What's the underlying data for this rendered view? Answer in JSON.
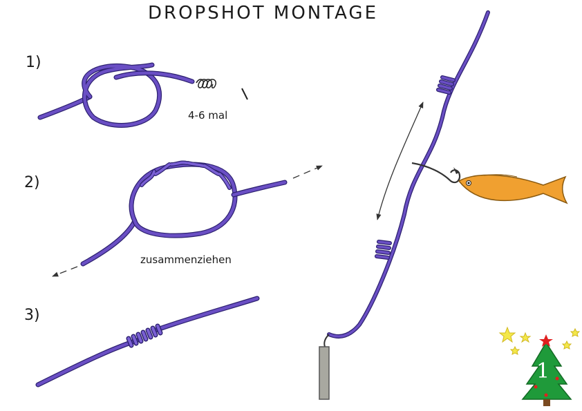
{
  "title": "DROPSHOT MONTAGE",
  "steps": [
    {
      "label": "1)",
      "note": "4-6 mal"
    },
    {
      "label": "2)",
      "note": "zusammenziehen"
    },
    {
      "label": "3)"
    }
  ],
  "badge": {
    "number": "1"
  },
  "colors": {
    "line": "#6a4fc4",
    "line_outline": "#2d2170",
    "fish": "#f0a030",
    "sinker": "#a8a8a0",
    "tree": "#1f9a3a",
    "star": "#f4e84a",
    "arrow": "#333333"
  },
  "icons": [
    "fish-icon",
    "hook-icon",
    "sinker-icon",
    "christmas-tree-icon",
    "star-icon"
  ]
}
